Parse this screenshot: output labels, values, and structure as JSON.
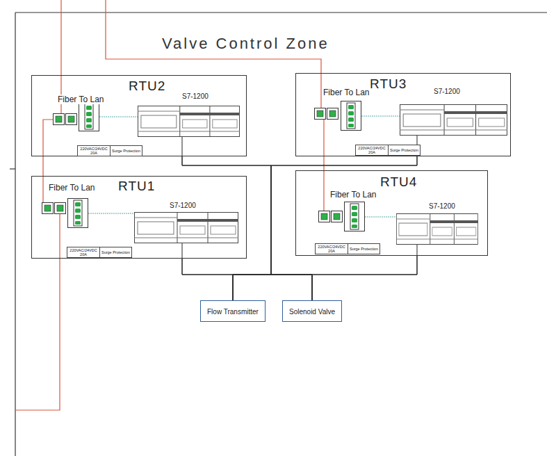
{
  "diagram": {
    "title": "Valve Control Zone",
    "nodes": [
      {
        "text": [
          "RTU2",
          "Fiber To Lan",
          "S7-1200"
        ]
      },
      {
        "text": [
          "220VAC/24VDC 20A"
        ],
        "in": 0
      },
      {
        "text": [
          "Surge Protection"
        ],
        "in": 0
      },
      {
        "text": [
          "RTU3",
          "Fiber To Lan",
          "S7-1200"
        ]
      },
      {
        "text": [
          "220VAC/24VDC 20A"
        ],
        "in": 3
      },
      {
        "text": [
          "Surge Protection"
        ],
        "in": 3
      },
      {
        "text": [
          "RTU1",
          "Fiber To Lan",
          "S7-1200"
        ]
      },
      {
        "text": [
          "220VAC/24VDC 20A"
        ],
        "in": 6
      },
      {
        "text": [
          "Surge Protection"
        ],
        "in": 6
      },
      {
        "text": [
          "RTU4",
          "Fiber To Lan",
          "S7-1200"
        ]
      },
      {
        "text": [
          "220VAC/24VDC 20A"
        ],
        "in": 9
      },
      {
        "text": [
          "Surge Protection"
        ],
        "in": 9
      },
      {
        "text": [
          "Flow Transmitter"
        ]
      },
      {
        "text": [
          "Solenoid Valve"
        ]
      }
    ],
    "edges": [
      {
        "from": 0,
        "to": 12,
        "arrow": "none"
      },
      {
        "from": 0,
        "to": 13,
        "arrow": "none"
      },
      {
        "from": 3,
        "to": 12,
        "arrow": "none"
      },
      {
        "from": 3,
        "to": 13,
        "arrow": "none"
      },
      {
        "from": 6,
        "to": 12,
        "arrow": "none"
      },
      {
        "from": 6,
        "to": 13,
        "arrow": "none"
      },
      {
        "from": 9,
        "to": 12,
        "arrow": "none"
      },
      {
        "from": 9,
        "to": 13,
        "arrow": "none"
      }
    ]
  }
}
